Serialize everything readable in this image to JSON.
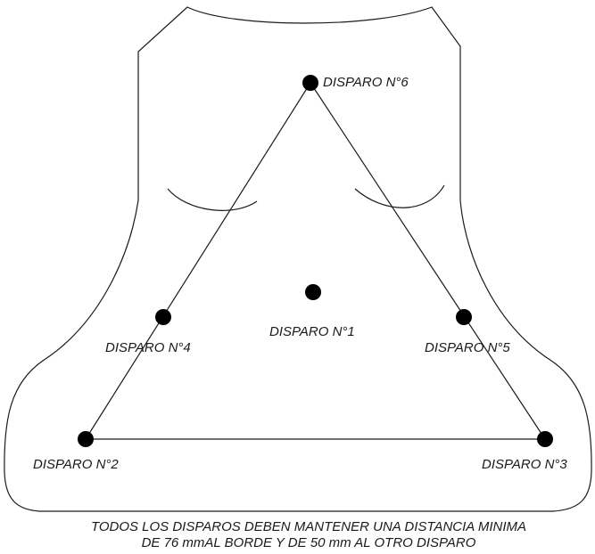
{
  "shots": [
    {
      "id": "6",
      "label": "DISPARO N°6"
    },
    {
      "id": "4",
      "label": "DISPARO N°4"
    },
    {
      "id": "1",
      "label": "DISPARO N°1"
    },
    {
      "id": "5",
      "label": "DISPARO N°5"
    },
    {
      "id": "2",
      "label": "DISPARO N°2"
    },
    {
      "id": "3",
      "label": "DISPARO N°3"
    }
  ],
  "note": {
    "line1": "TODOS LOS DISPAROS DEBEN MANTENER UNA DISTANCIA MINIMA",
    "line2": "DE 76  mmAL BORDE Y DE 50 mm AL OTRO DISPARO"
  }
}
